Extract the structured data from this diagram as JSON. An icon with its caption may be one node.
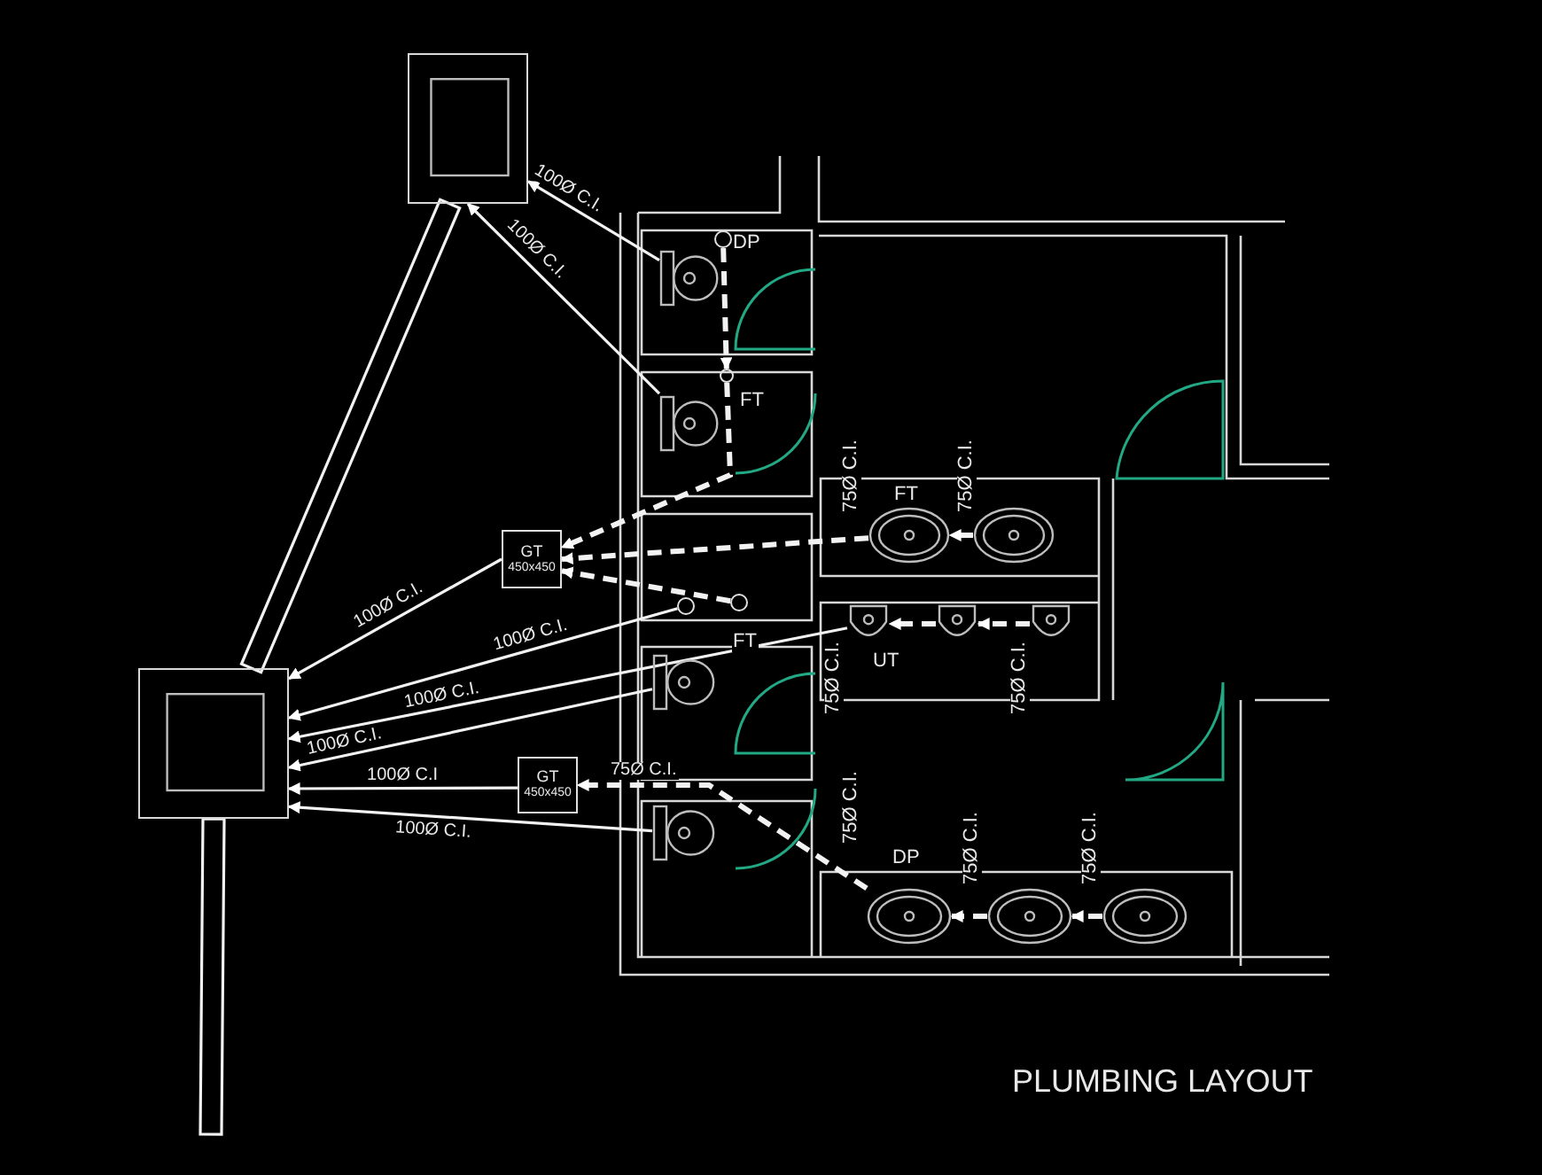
{
  "diagram": {
    "title": "PLUMBING LAYOUT",
    "nodes": [
      {
        "text": [],
        "shape": "box"
      },
      {
        "text": [],
        "shape": "box"
      },
      {
        "text": [
          "GT",
          "450x450"
        ]
      },
      {
        "text": [
          "GT",
          "450x450"
        ]
      },
      {
        "text": [],
        "shape": "toilet"
      },
      {
        "text": [],
        "shape": "toilet"
      },
      {
        "text": [],
        "shape": "toilet"
      },
      {
        "text": [],
        "shape": "toilet"
      },
      {
        "text": [],
        "shape": "circle"
      },
      {
        "text": [],
        "shape": "circle"
      },
      {
        "text": [],
        "shape": "circle"
      },
      {
        "text": [],
        "shape": "circle"
      },
      {
        "text": [],
        "shape": "basin"
      },
      {
        "text": [],
        "shape": "basin"
      },
      {
        "text": [],
        "shape": "urinal"
      },
      {
        "text": [],
        "shape": "urinal"
      },
      {
        "text": [],
        "shape": "urinal"
      },
      {
        "text": [],
        "shape": "basin"
      },
      {
        "text": [],
        "shape": "basin"
      },
      {
        "text": [],
        "shape": "basin"
      }
    ],
    "edges": [
      {
        "from": 4,
        "to": 0,
        "arrow": "to",
        "label": "100Ø C.I."
      },
      {
        "from": 5,
        "to": 0,
        "arrow": "to",
        "label": "100Ø C.I."
      },
      {
        "from": 0,
        "to": 1,
        "arrow": "none"
      },
      {
        "from": 2,
        "to": 1,
        "arrow": "to",
        "label": "100Ø C.I."
      },
      {
        "from": 11,
        "to": 1,
        "arrow": "to",
        "label": "100Ø C.I."
      },
      {
        "from": 14,
        "to": 1,
        "arrow": "to",
        "label": "100Ø C.I."
      },
      {
        "from": 6,
        "to": 1,
        "arrow": "to",
        "label": "100Ø C.I."
      },
      {
        "from": 3,
        "to": 1,
        "arrow": "to",
        "label": "100Ø C.I"
      },
      {
        "from": 7,
        "to": 1,
        "arrow": "to",
        "label": "100Ø C.I."
      },
      {
        "from": 8,
        "to": 9,
        "arrow": "to",
        "style": "dashed"
      },
      {
        "from": 9,
        "to": 2,
        "arrow": "to",
        "style": "dashed"
      },
      {
        "from": 13,
        "to": 12,
        "arrow": "to",
        "style": "dashed"
      },
      {
        "from": 12,
        "to": 2,
        "arrow": "to",
        "style": "dashed"
      },
      {
        "from": 10,
        "to": 2,
        "arrow": "to",
        "style": "dashed"
      },
      {
        "from": 16,
        "to": 15,
        "arrow": "to",
        "style": "dashed"
      },
      {
        "from": 15,
        "to": 14,
        "arrow": "to",
        "style": "dashed"
      },
      {
        "from": 19,
        "to": 18,
        "arrow": "to",
        "style": "dashed"
      },
      {
        "from": 18,
        "to": 17,
        "arrow": "to",
        "style": "dashed"
      },
      {
        "from": 17,
        "to": 3,
        "arrow": "to",
        "style": "dashed",
        "label": "75Ø C.I."
      },
      {
        "from": 1,
        "to": null,
        "arrow": "none"
      }
    ],
    "labels": [
      "DP",
      "FT",
      "75Ø C.I.",
      "FT",
      "75Ø C.I.",
      "FT",
      "UT",
      "75Ø C.I.",
      "75Ø C.I.",
      "75Ø C.I.",
      "DP",
      "75Ø C.I.",
      "75Ø C.I."
    ]
  }
}
